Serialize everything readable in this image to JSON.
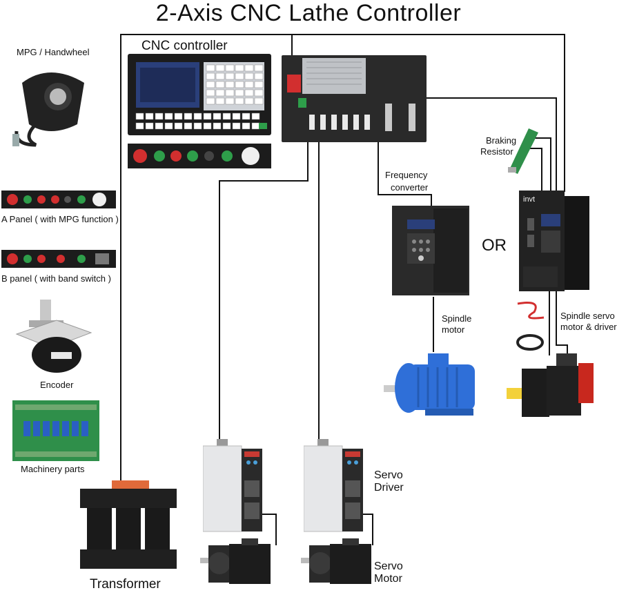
{
  "title": "2-Axis CNC Lathe Controller",
  "labels": {
    "cnc_controller": "CNC controller",
    "mpg": "MPG / Handwheel",
    "a_panel": "A Panel ( with MPG function )",
    "b_panel": "B panel  ( with band switch )",
    "encoder": "Encoder",
    "machinery_parts": "Machinery parts",
    "transformer": "Transformer",
    "braking_resistor_1": "Braking",
    "braking_resistor_2": "Resistor",
    "frequency_converter_1": "Frequency",
    "frequency_converter_2": "converter",
    "or": "OR",
    "spindle_motor_1": "Spindle",
    "spindle_motor_2": "motor",
    "spindle_servo_1": "Spindle servo",
    "spindle_servo_2": "motor & driver",
    "servo_driver_1": "Servo",
    "servo_driver_2": "Driver",
    "servo_motor_1": "Servo",
    "servo_motor_2": "Motor",
    "invt_brand": "invt"
  },
  "colors": {
    "wire": "#111111",
    "panel_dark": "#1c1c1c",
    "screen_blue": "#2a3f7a",
    "green_button": "#2e9e4a",
    "red_button": "#d22f2f",
    "motor_blue": "#2f6fd8",
    "motor_red": "#c8281e",
    "motor_yellow": "#f3d13a",
    "pcb_green": "#2f8f4a",
    "driver_silver": "#dcdde0",
    "driver_red": "#c73a33"
  }
}
